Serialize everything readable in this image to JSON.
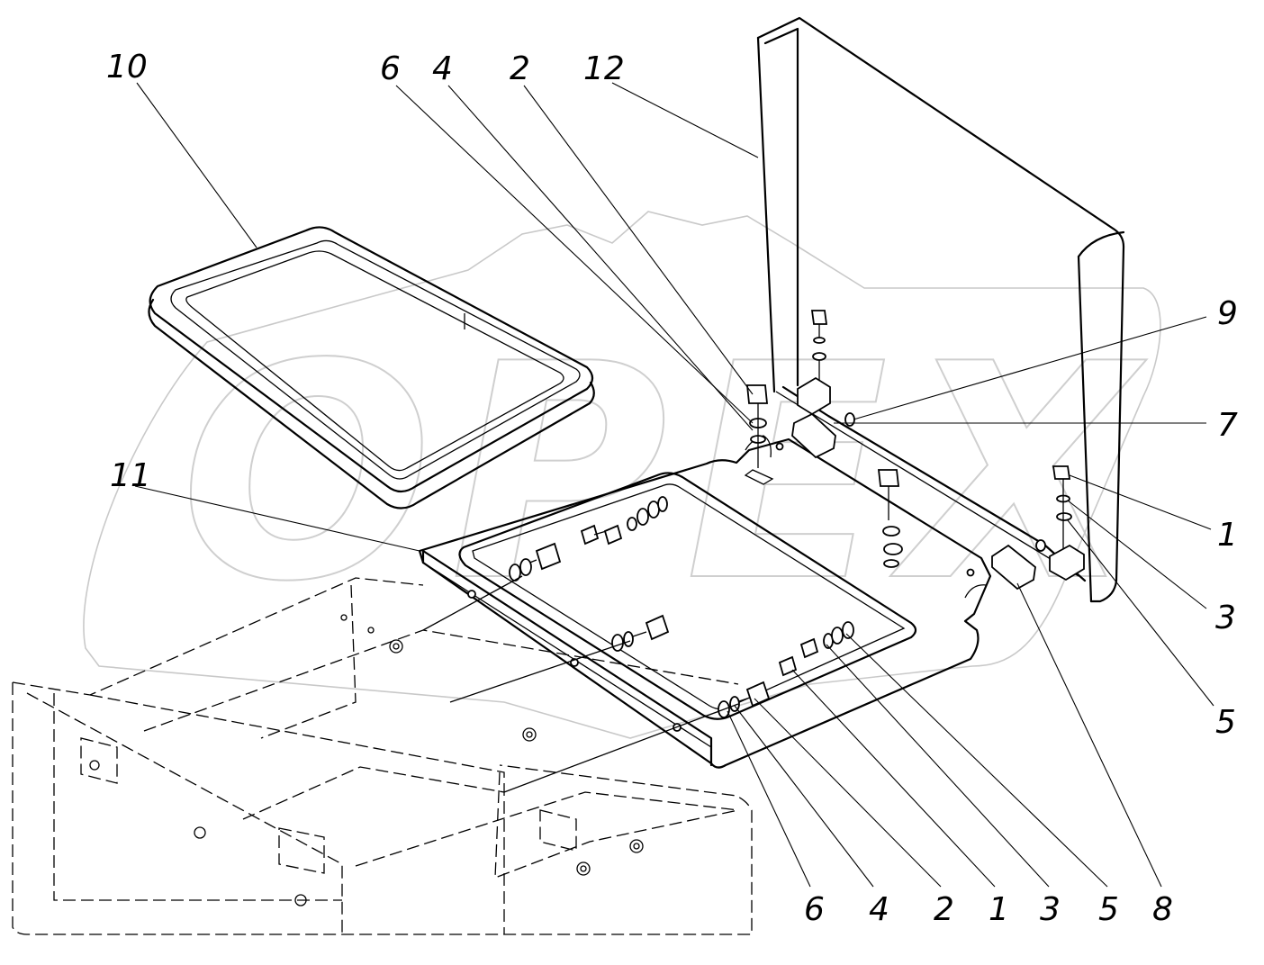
{
  "diagram": {
    "watermark_text": "ОРЕХ",
    "callouts": {
      "p10": "10",
      "p6_top": "6",
      "p4_top": "4",
      "p2_top": "2",
      "p12": "12",
      "p9": "9",
      "p7": "7",
      "p11": "11",
      "p1_right": "1",
      "p3_right": "3",
      "p5_right": "5",
      "p6_bot": "6",
      "p4_bot": "4",
      "p2_bot": "2",
      "p1_bot": "1",
      "p3_bot": "3",
      "p5_bot": "5",
      "p8": "8"
    }
  }
}
